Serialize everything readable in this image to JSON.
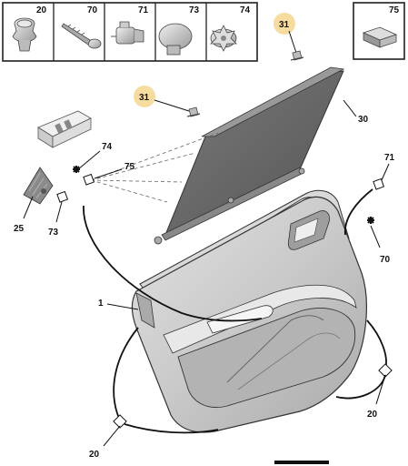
{
  "legend_boxes": [
    {
      "number": "20",
      "icon": "push-clip"
    },
    {
      "number": "70",
      "icon": "screw"
    },
    {
      "number": "71",
      "icon": "fastener-clip"
    },
    {
      "number": "73",
      "icon": "push-button-rivet"
    },
    {
      "number": "74",
      "icon": "star-clip"
    }
  ],
  "legend_box_75": {
    "number": "75",
    "icon": "u-nut-clip"
  },
  "callouts": {
    "c31_top": "31",
    "c31_left": "31",
    "c30": "30",
    "c74": "74",
    "c75": "75",
    "c25": "25",
    "c73": "73",
    "c71": "71",
    "c70": "70",
    "c1": "1",
    "c20_right": "20",
    "c20_bottom": "20"
  },
  "colors": {
    "highlight": "#f7dca0",
    "panel": "#c8c8c8",
    "blind": "#6b6b6b"
  }
}
